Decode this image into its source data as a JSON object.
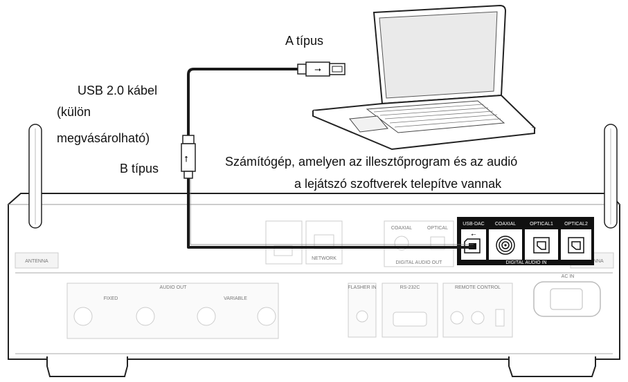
{
  "labels": {
    "type_a": "A típus",
    "cable_line1": "USB 2.0 kábel",
    "cable_line2": "(külön",
    "cable_line3": "megvásárolható)",
    "type_b": "B típus",
    "computer_line1": "Számítógép, amelyen az illesztőprogram és az audió",
    "computer_line2": "a lejátszó szoftverek telepítve vannak"
  },
  "panel": {
    "usb_dac": "USB-DAC",
    "coaxial": "COAXIAL",
    "optical1": "OPTICAL1",
    "optical2": "OPTICAL2",
    "digital_audio_in": "DIGITAL AUDIO IN",
    "network": "NETWORK",
    "digital_audio_out": "DIGITAL AUDIO OUT",
    "coaxial_out": "COAXIAL",
    "optical_out": "OPTICAL",
    "audio_out": "AUDIO OUT",
    "fixed": "FIXED",
    "variable": "VARIABLE",
    "flasher_in": "FLASHER IN",
    "rs232c": "RS-232C",
    "remote_control": "REMOTE CONTROL",
    "ac_in": "AC IN",
    "antenna": "ANTENNA"
  },
  "colors": {
    "highlight_panel": "#111111",
    "device_outline": "#333333",
    "muted_detail": "#c8c8c8",
    "cable": "#1a1a1a"
  }
}
